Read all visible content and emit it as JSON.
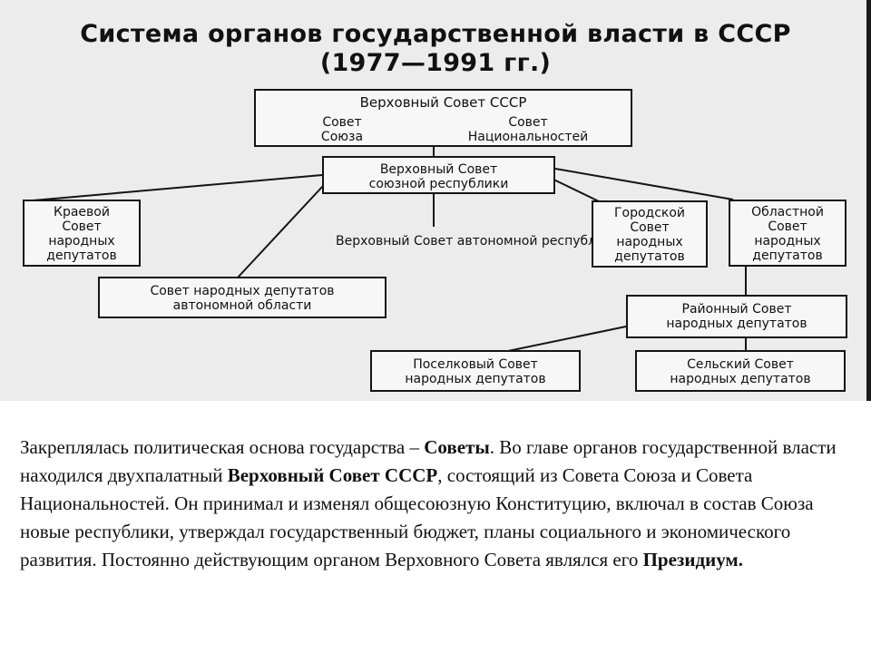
{
  "diagram": {
    "title": "Система органов государственной власти в СССР",
    "period": "(1977—1991 гг.)",
    "supreme_soviet": {
      "label": "Верховный Совет СССР",
      "chamber_union": [
        "Совет",
        "Союза"
      ],
      "chamber_nationalities": [
        "Совет",
        "Национальностей"
      ]
    },
    "republic_soviet": [
      "Верховный Совет",
      "союзной республики"
    ],
    "autonomous_republic_soviet": [
      "Верховный Совет",
      "автономной республики"
    ],
    "krai_soviet": [
      "Краевой",
      "Совет",
      "народных",
      "депутатов"
    ],
    "city_soviet": [
      "Городской",
      "Совет",
      "народных",
      "депутатов"
    ],
    "oblast_soviet": [
      "Областной",
      "Совет",
      "народных",
      "депутатов"
    ],
    "autonomous_oblast_soviet": [
      "Совет народных депутатов",
      "автономной области"
    ],
    "district_soviet": [
      "Районный Совет",
      "народных депутатов"
    ],
    "settlement_soviet": [
      "Поселковый Совет",
      "народных депутатов"
    ],
    "village_soviet": [
      "Сельский Совет",
      "народных депутатов"
    ]
  },
  "text": {
    "p1": "Закреплялась политическая основа государства  –  ",
    "b1": "Советы",
    "p2": ". Во главе органов государственной власти находился двухпалатный ",
    "b2": "Верховный Совет СССР",
    "p3": ", состоящий из Совета  Союза и Совета Национальностей. Он принимал и изменял общесоюзную Конституцию, включал в состав Союза новые республики, утверждал государственный бюджет, планы социального и экономического  развития.  Постоянно действующим органом Верховного Совета являлся  его  ",
    "b3": "Президиум."
  }
}
